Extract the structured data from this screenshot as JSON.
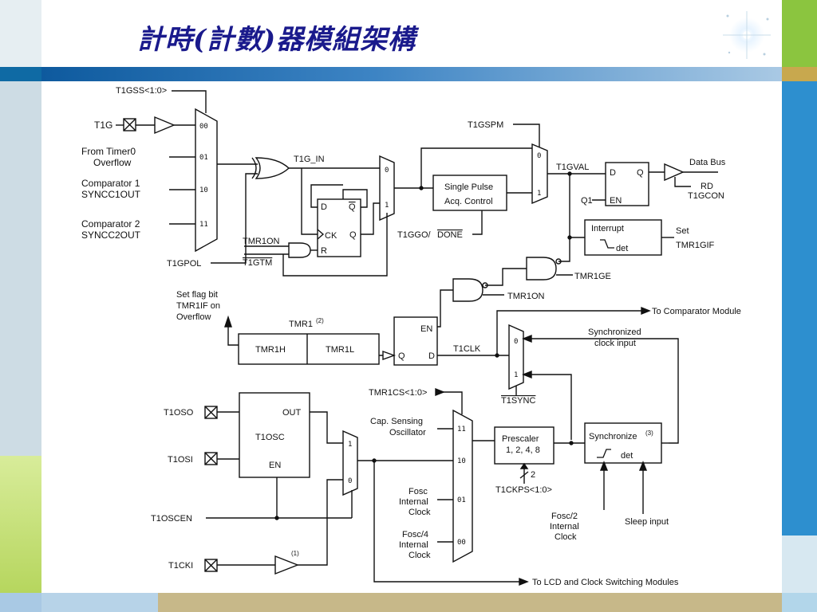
{
  "title": "計時(計數)器模組架構",
  "diagram": {
    "t1gss": "T1GSS<1:0>",
    "t1g": "T1G",
    "from_timer0_l1": "From Timer0",
    "from_timer0_l2": "Overflow",
    "comp1_l1": "Comparator 1",
    "comp1_l2": "SYNCC1OUT",
    "comp2_l1": "Comparator 2",
    "comp2_l2": "SYNCC2OUT",
    "t1gpol": "T1GPOL",
    "mux_00": "00",
    "mux_01": "01",
    "mux_10": "10",
    "mux_11": "11",
    "t1g_in": "T1G_IN",
    "ff_d": "D",
    "ff_qbar": "Q",
    "ff_ck": "CK",
    "ff_q": "Q",
    "ff_r": "R",
    "tmr1on_a": "TMR1ON",
    "t1gtm": "T1GTM",
    "mux2_0": "0",
    "mux2_1": "1",
    "single_pulse_l1": "Single Pulse",
    "single_pulse_l2": "Acq. Control",
    "t1gspm": "T1GSPM",
    "t1ggo": "T1GGO/",
    "done": "DONE",
    "mux3_0": "0",
    "mux3_1": "1",
    "t1gval": "T1GVAL",
    "latch_d": "D",
    "latch_q": "Q",
    "latch_en": "EN",
    "q1": "Q1",
    "data_bus": "Data Bus",
    "rd": "RD",
    "t1gcon": "T1GCON",
    "interrupt": "Interrupt",
    "det": "det",
    "set": "Set",
    "tmr1gif": "TMR1GIF",
    "tmr1ge": "TMR1GE",
    "tmr1on_b": "TMR1ON",
    "set_flag_l1": "Set flag bit",
    "set_flag_l2": "TMR1IF on",
    "set_flag_l3": "Overflow",
    "tmr1": "TMR1",
    "tmr1_sup": "(2)",
    "tmr1h": "TMR1H",
    "tmr1l": "TMR1L",
    "cnt_en": "EN",
    "cnt_q": "Q",
    "cnt_d": "D",
    "t1clk": "T1CLK",
    "to_comparator": "To Comparator Module",
    "sync_clk_l1": "Synchronized",
    "sync_clk_l2": "clock input",
    "mux4_0": "0",
    "mux4_1": "1",
    "t1sync": "T1SYNC",
    "tmr1cs": "TMR1CS<1:0>",
    "t1oso": "T1OSO",
    "t1osi": "T1OSI",
    "t1osc": "T1OSC",
    "osc_out": "OUT",
    "osc_en": "EN",
    "t1oscen": "T1OSCEN",
    "t1cki": "T1CKI",
    "t1cki_sup": "(1)",
    "mux5_1": "1",
    "mux5_0": "0",
    "cap_l1": "Cap. Sensing",
    "cap_l2": "Oscillator",
    "fosc_l1": "Fosc",
    "fosc_l2": "Internal",
    "fosc_l3": "Clock",
    "fosc4_l1": "Fosc/4",
    "fosc4_l2": "Internal",
    "fosc4_l3": "Clock",
    "mux6_11": "11",
    "mux6_10": "10",
    "mux6_01": "01",
    "mux6_00": "00",
    "prescaler_l1": "Prescaler",
    "prescaler_l2": "1, 2, 4, 8",
    "bus_width": "2",
    "t1ckps": "T1CKPS<1:0>",
    "synchronize": "Synchronize",
    "sync_sup": "(3)",
    "sync_det": "det",
    "fosc2_l1": "Fosc/2",
    "fosc2_l2": "Internal",
    "fosc2_l3": "Clock",
    "sleep_input": "Sleep input",
    "to_lcd": "To LCD and Clock Switching Modules"
  },
  "colors": {
    "title": "#1a1a8c",
    "left_frame": [
      "#0f6aa4",
      "#cddce4",
      "#c9e27a",
      "#a9c9e4"
    ],
    "right_frame": [
      "#8bc53f",
      "#c8a84e",
      "#2d8fcf",
      "#b2d6ea"
    ],
    "footer": [
      "#b7d3e8",
      "#c7b889"
    ]
  }
}
